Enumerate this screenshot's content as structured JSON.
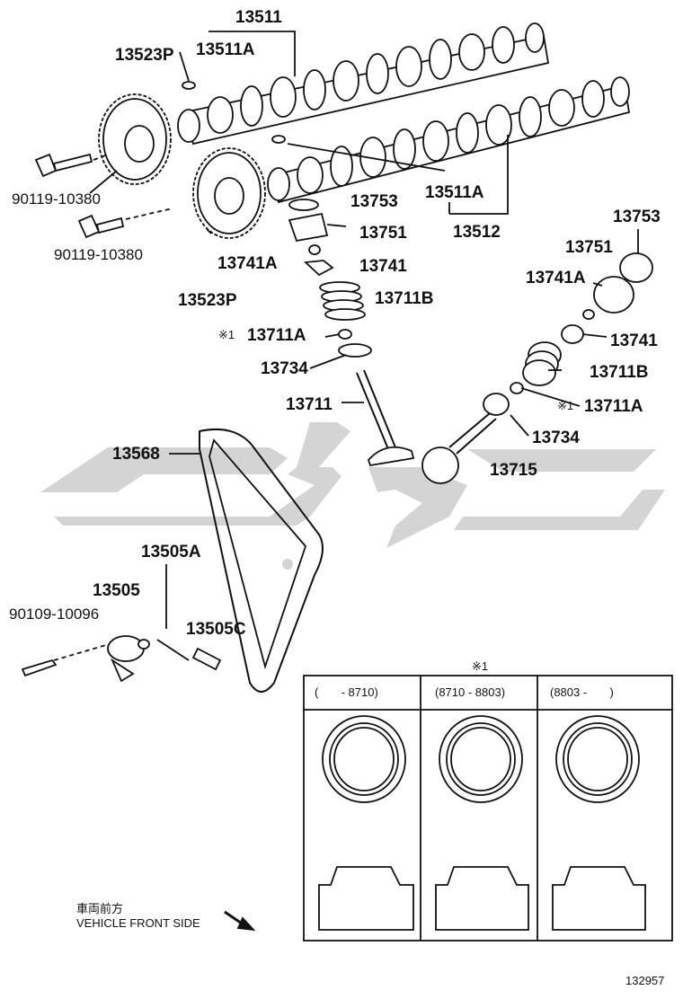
{
  "parts": {
    "p13511": "13511",
    "p13511A_top": "13511A",
    "p13523P_top": "13523P",
    "p90119_a": "90119-10380",
    "p90119_b": "90119-10380",
    "p13523P_bot": "13523P",
    "p13753_left": "13753",
    "p13511A_right": "13511A",
    "p13751_left": "13751",
    "p13512": "13512",
    "p13741A_left": "13741A",
    "p13741_left": "13741",
    "p13711B_left": "13711B",
    "p13711A_left": "13711A",
    "p13734_left": "13734",
    "p13711": "13711",
    "p13753_right": "13753",
    "p13751_right": "13751",
    "p13741A_right": "13741A",
    "p13741_right": "13741",
    "p13711B_right": "13711B",
    "p13711A_right": "13711A",
    "p13734_right": "13734",
    "p13715": "13715",
    "p13568": "13568",
    "p13505A": "13505A",
    "p13505": "13505",
    "p90109": "90109-10096",
    "p13505C": "13505C"
  },
  "note_marks": {
    "left": "※1",
    "right": "※1",
    "table": "※1"
  },
  "table": {
    "columns": [
      "(       - 8710)",
      "(8710 - 8803)",
      "(8803 -       )"
    ]
  },
  "front_side": {
    "jp": "車両前方",
    "en": "VEHICLE FRONT SIDE"
  },
  "figure_id": "132957",
  "colors": {
    "line": "#111111",
    "watermark": "#d6d6d6"
  }
}
